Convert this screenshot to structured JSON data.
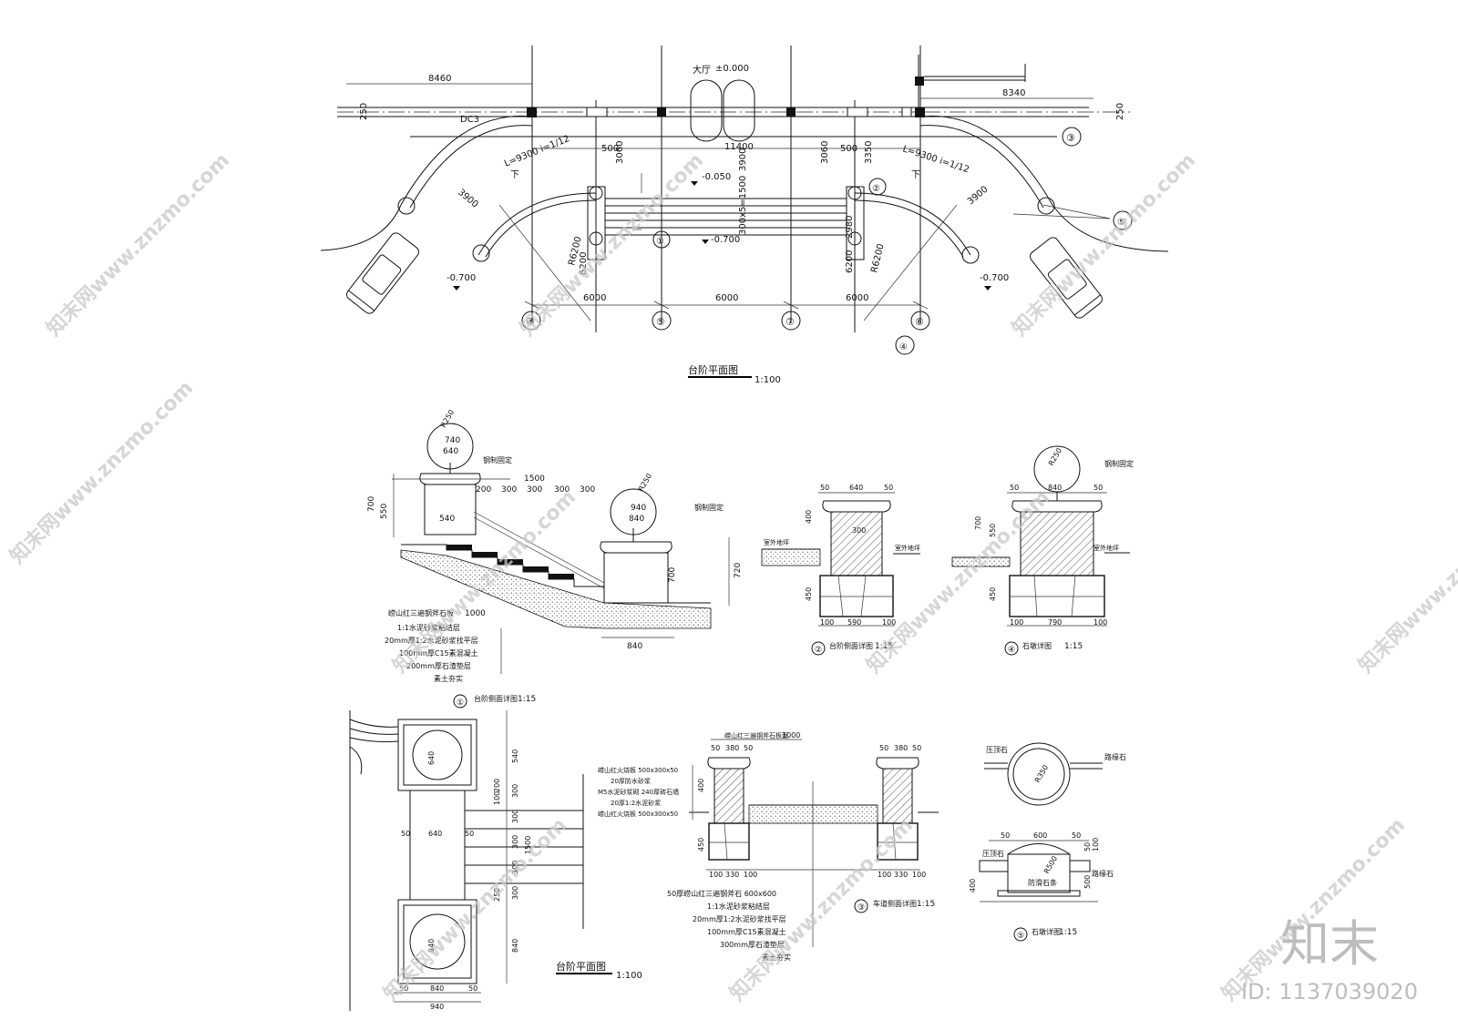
{
  "plan": {
    "title": "台阶平面图",
    "scale": "1:100",
    "hall_label": "大厅",
    "level_hall": "±0.000",
    "level_mid": "-0.050",
    "level_low": "-0.700",
    "slope_left": "L=9300 i=1/12",
    "slope_right": "L=9300 i=1/12",
    "down": "下",
    "dim_left_top": "8460",
    "dim_right_top": "8340",
    "dim_center": "11400",
    "dim_bottom": [
      "6000",
      "6000",
      "6000"
    ],
    "dim_misc": [
      "3900",
      "3060",
      "500",
      "3350",
      "R6200",
      "6200",
      "2980",
      "300x5=1500",
      "3900",
      "250",
      "250",
      "DC3"
    ],
    "axes": [
      "④",
      "⑤",
      "⑦",
      "⑧",
      "③"
    ],
    "callouts": [
      "①",
      "②",
      "④",
      "⑤"
    ]
  },
  "detail1": {
    "title": "台阶侧面详图",
    "scale": "1:15",
    "marker": "①",
    "note_fix": "钢制固定",
    "dims": [
      "740",
      "640",
      "R250",
      "1500",
      "200",
      "300",
      "300",
      "300",
      "300",
      "540",
      "940",
      "840",
      "R250",
      "700",
      "550",
      "840",
      "720",
      "1000"
    ],
    "layers": [
      "崂山红三遍钢斧石板",
      "1:1水泥砂浆粘结层",
      "20mm厚1:2水泥砂浆找平层",
      "100mm厚C15素混凝土",
      "200mm厚石渣垫层",
      "素土夯实"
    ]
  },
  "detail2": {
    "title": "台阶侧面详图",
    "scale": "1:15",
    "marker": "②",
    "dims": [
      "50",
      "640",
      "50",
      "400",
      "300",
      "450",
      "100",
      "590",
      "100"
    ],
    "labels": [
      "室外地坪",
      "室外地坪"
    ]
  },
  "detail4": {
    "title": "石墩详图",
    "scale": "1:15",
    "marker": "④",
    "note_fix": "钢制固定",
    "dims": [
      "50",
      "840",
      "50",
      "R250",
      "700",
      "550",
      "450",
      "100",
      "790",
      "100"
    ],
    "labels": [
      "室外地坪"
    ]
  },
  "plan2": {
    "title": "台阶平面图",
    "scale": "1:100",
    "dims_side": [
      "540",
      "300",
      "300",
      "300",
      "300",
      "300",
      "1500",
      "840",
      "200",
      "100",
      "250"
    ],
    "dims_bottom": [
      "50",
      "840",
      "50",
      "940"
    ],
    "dims_box": [
      "640",
      "840",
      "50",
      "640",
      "50"
    ]
  },
  "detail3": {
    "title": "车道侧面详图",
    "scale": "1:15",
    "marker": "③",
    "top_note": "崂山红三遍钢斧石板面",
    "top_dim": "1000",
    "left_notes": [
      "崂山红火烧板 500x300x50",
      "20厚防水砂浆",
      "M5水泥砂浆砌 240厚砖石墙",
      "20厚1:2水泥砂浆",
      "崂山红火烧板 500x300x50"
    ],
    "layers": [
      "50厚崂山红三遍钢斧石 600x600",
      "1:1水泥砂浆粘结层",
      "20mm厚1:2水泥砂浆找平层",
      "100mm厚C15素混凝土",
      "300mm厚石渣垫层",
      "素土夯实"
    ],
    "dims": [
      "50",
      "380",
      "50",
      "50",
      "380",
      "50",
      "100",
      "330",
      "100",
      "100",
      "330",
      "100",
      "400",
      "450"
    ]
  },
  "detail5": {
    "title": "石墩详图",
    "scale": "1:15",
    "marker": "⑤",
    "labels": [
      "压顶石",
      "路缘石",
      "压顶石",
      "路缘石",
      "防滑石条"
    ],
    "dims": [
      "R350",
      "50",
      "600",
      "50",
      "R500",
      "500",
      "400",
      "50",
      "100"
    ]
  },
  "watermark": {
    "site": "知末网www.znzmo.com",
    "logo": "知末",
    "id": "ID: 1137039020"
  }
}
